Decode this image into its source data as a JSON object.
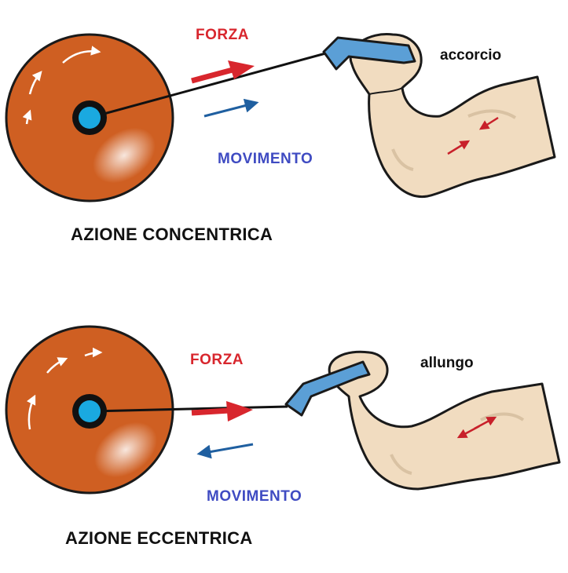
{
  "colors": {
    "wheel": "#cf5f22",
    "wheel_edge": "#1a1a1a",
    "hub": "#1aa9e0",
    "force": "#d8262d",
    "movement": "#1f5fa0",
    "handle": "#5b9fd6",
    "skin": "#f1dcc0",
    "outline": "#1a1a1a"
  },
  "concentric": {
    "force_label": "FORZA",
    "movement_label": "MOVIMENTO",
    "muscle_label": "accorcio",
    "title": "AZIONE CONCENTRICA"
  },
  "eccentric": {
    "force_label": "FORZA",
    "movement_label": "MOVIMENTO",
    "muscle_label": "allungo",
    "title": "AZIONE ECCENTRICA"
  }
}
